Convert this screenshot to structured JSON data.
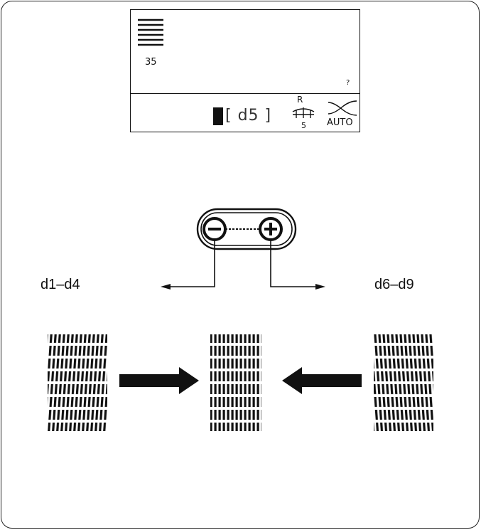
{
  "lcd": {
    "stitch_number": "35",
    "help_mark": "?",
    "density_display": "[ d5 ]",
    "tension_letter": "R",
    "tension_value": "5",
    "thread_mode": "AUTO"
  },
  "labels": {
    "left_range": "d1–d4",
    "right_range": "d6–d9"
  },
  "icons": {
    "stitch_icon": "satin-stitch-icon",
    "tension_icon": "thread-tension-icon",
    "thread_cutter_icon": "thread-cutter-icon",
    "minus": "minus-circle-icon",
    "plus": "plus-circle-icon",
    "arrow_right": "arrow-right-icon",
    "arrow_left": "arrow-left-icon"
  },
  "colors": {
    "ink": "#111111",
    "background": "#ffffff"
  }
}
